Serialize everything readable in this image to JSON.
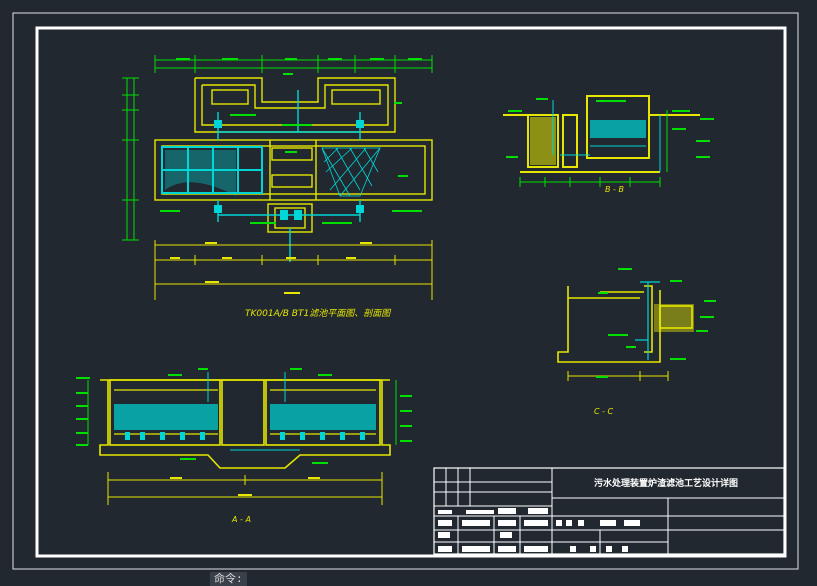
{
  "drawing": {
    "plan_title": "TK001A/B  BT1滤池平面图、剖面图",
    "section_aa": "A - A",
    "section_bb": "B - B",
    "section_cc": "C - C",
    "title_block_title": "污水处理装置炉渣滤池工艺设计详图"
  },
  "command": {
    "prompt": "命令:",
    "value": ""
  },
  "colors": {
    "background": "#212830",
    "border": "#ffffff",
    "yellow": "#e6e600",
    "green": "#00e000",
    "cyan": "#00d6d6",
    "white": "#f0f0f0"
  }
}
